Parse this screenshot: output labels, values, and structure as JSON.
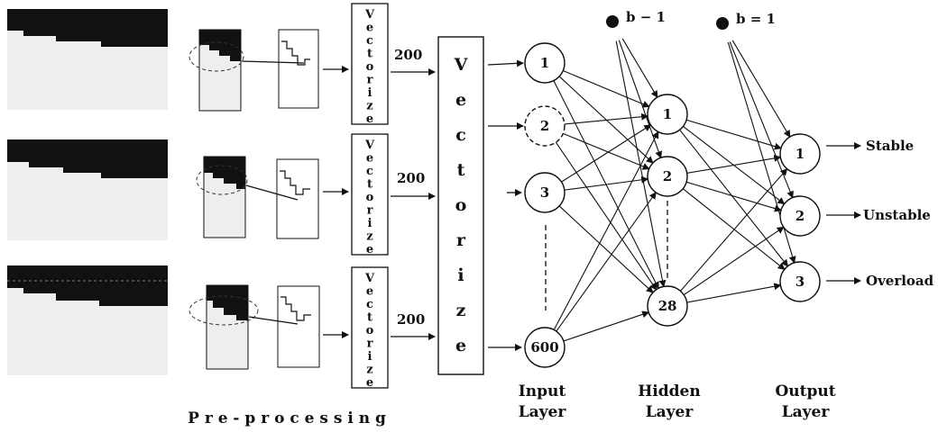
{
  "vectorize_small_label": "Vectorize",
  "vectorize_big_label": "Vectorize",
  "feature_count_labels": [
    "200",
    "200",
    "200"
  ],
  "input_nodes": [
    "1",
    "2",
    "3",
    "600"
  ],
  "hidden_nodes": [
    "1",
    "2",
    "28"
  ],
  "output_nodes": [
    "1",
    "2",
    "3"
  ],
  "bias_labels": {
    "hidden": "b − 1",
    "output": "b = 1"
  },
  "output_classes": [
    "Stable",
    "Unstable",
    "Overload"
  ],
  "layer_titles": {
    "input": [
      "Input",
      "Layer"
    ],
    "hidden": [
      "Hidden",
      "Layer"
    ],
    "output": [
      "Output",
      "Layer"
    ]
  },
  "caption": "P r e - p r o c e s s i n g"
}
